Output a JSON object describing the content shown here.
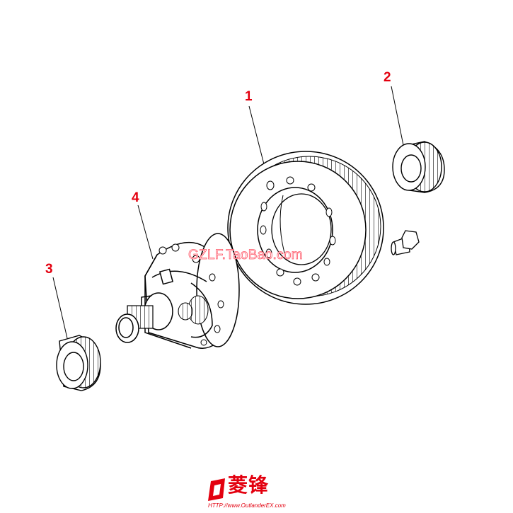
{
  "callouts": [
    {
      "id": "1",
      "label": "1"
    },
    {
      "id": "2",
      "label": "2"
    },
    {
      "id": "3",
      "label": "3"
    },
    {
      "id": "4",
      "label": "4"
    }
  ],
  "watermark": {
    "text": "GZLF.TaoBao.com"
  },
  "logo": {
    "chinese": "菱锋",
    "url": "HTTP://www.OutlanderEX.com"
  },
  "colors": {
    "callout": "#e3000f",
    "line": "#000000",
    "logo": "#e3000f"
  }
}
